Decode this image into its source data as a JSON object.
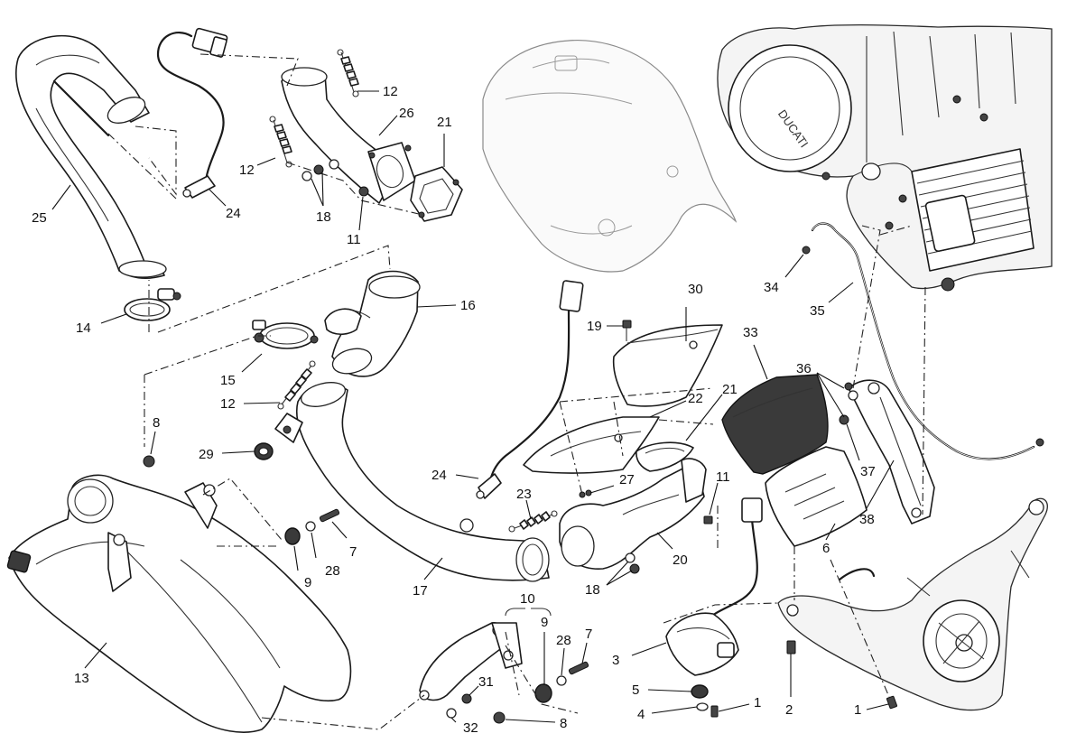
{
  "diagram": {
    "logo_text": "DUCATI",
    "callouts": [
      {
        "id": "c12a",
        "label": "12"
      },
      {
        "id": "c26",
        "label": "26"
      },
      {
        "id": "c21a",
        "label": "21"
      },
      {
        "id": "c12b",
        "label": "12"
      },
      {
        "id": "c25",
        "label": "25"
      },
      {
        "id": "c24a",
        "label": "24"
      },
      {
        "id": "c18a",
        "label": "18"
      },
      {
        "id": "c11a",
        "label": "11"
      },
      {
        "id": "c14",
        "label": "14"
      },
      {
        "id": "c16",
        "label": "16"
      },
      {
        "id": "c15",
        "label": "15"
      },
      {
        "id": "c12c",
        "label": "12"
      },
      {
        "id": "c8a",
        "label": "8"
      },
      {
        "id": "c29",
        "label": "29"
      },
      {
        "id": "c19",
        "label": "19"
      },
      {
        "id": "c30",
        "label": "30"
      },
      {
        "id": "c34",
        "label": "34"
      },
      {
        "id": "c35",
        "label": "35"
      },
      {
        "id": "c33",
        "label": "33"
      },
      {
        "id": "c36",
        "label": "36"
      },
      {
        "id": "c22",
        "label": "22"
      },
      {
        "id": "c21b",
        "label": "21"
      },
      {
        "id": "c37",
        "label": "37"
      },
      {
        "id": "c24b",
        "label": "24"
      },
      {
        "id": "c27",
        "label": "27"
      },
      {
        "id": "c11b",
        "label": "11"
      },
      {
        "id": "c38",
        "label": "38"
      },
      {
        "id": "c23",
        "label": "23"
      },
      {
        "id": "c6",
        "label": "6"
      },
      {
        "id": "c7a",
        "label": "7"
      },
      {
        "id": "c9a",
        "label": "9"
      },
      {
        "id": "c28a",
        "label": "28"
      },
      {
        "id": "c17",
        "label": "17"
      },
      {
        "id": "c20",
        "label": "20"
      },
      {
        "id": "c18b",
        "label": "18"
      },
      {
        "id": "c10",
        "label": "10"
      },
      {
        "id": "c9b",
        "label": "9"
      },
      {
        "id": "c7b",
        "label": "7"
      },
      {
        "id": "c28b",
        "label": "28"
      },
      {
        "id": "c3",
        "label": "3"
      },
      {
        "id": "c13",
        "label": "13"
      },
      {
        "id": "c31",
        "label": "31"
      },
      {
        "id": "c5",
        "label": "5"
      },
      {
        "id": "c4",
        "label": "4"
      },
      {
        "id": "c1a",
        "label": "1"
      },
      {
        "id": "c2",
        "label": "2"
      },
      {
        "id": "c1b",
        "label": "1"
      },
      {
        "id": "c32",
        "label": "32"
      },
      {
        "id": "c8b",
        "label": "8"
      }
    ]
  }
}
